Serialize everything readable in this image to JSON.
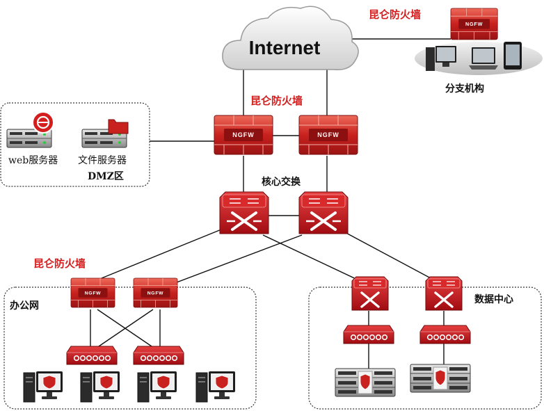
{
  "cloud": {
    "label": "Internet"
  },
  "labels": {
    "fw_branch": "昆仑防火墙",
    "fw_top": "昆仑防火墙",
    "fw_office": "昆仑防火墙",
    "branch": "分支机构",
    "core_switch": "核心交换",
    "dmz": "DMZ区",
    "web_server": "web服务器",
    "file_server": "文件服务器",
    "office_net": "办公网",
    "data_center": "数据中心"
  },
  "device_text": {
    "ngfw": "NGFW"
  },
  "colors": {
    "firewall_red": "#c8211e",
    "firewall_light": "#e65a4c",
    "label_red": "#d41e1e",
    "switch_red": "#c0141c",
    "link": "#111111",
    "zone_border": "#333333",
    "cloud_grey": "#d9d9d9"
  },
  "icons": {
    "firewall": "firewall-icon",
    "switch": "switch-icon",
    "hub": "hub-icon",
    "server": "server-icon",
    "pc": "pc-icon",
    "laptop": "laptop-icon",
    "tablet": "tablet-icon",
    "cloud": "cloud-icon"
  }
}
